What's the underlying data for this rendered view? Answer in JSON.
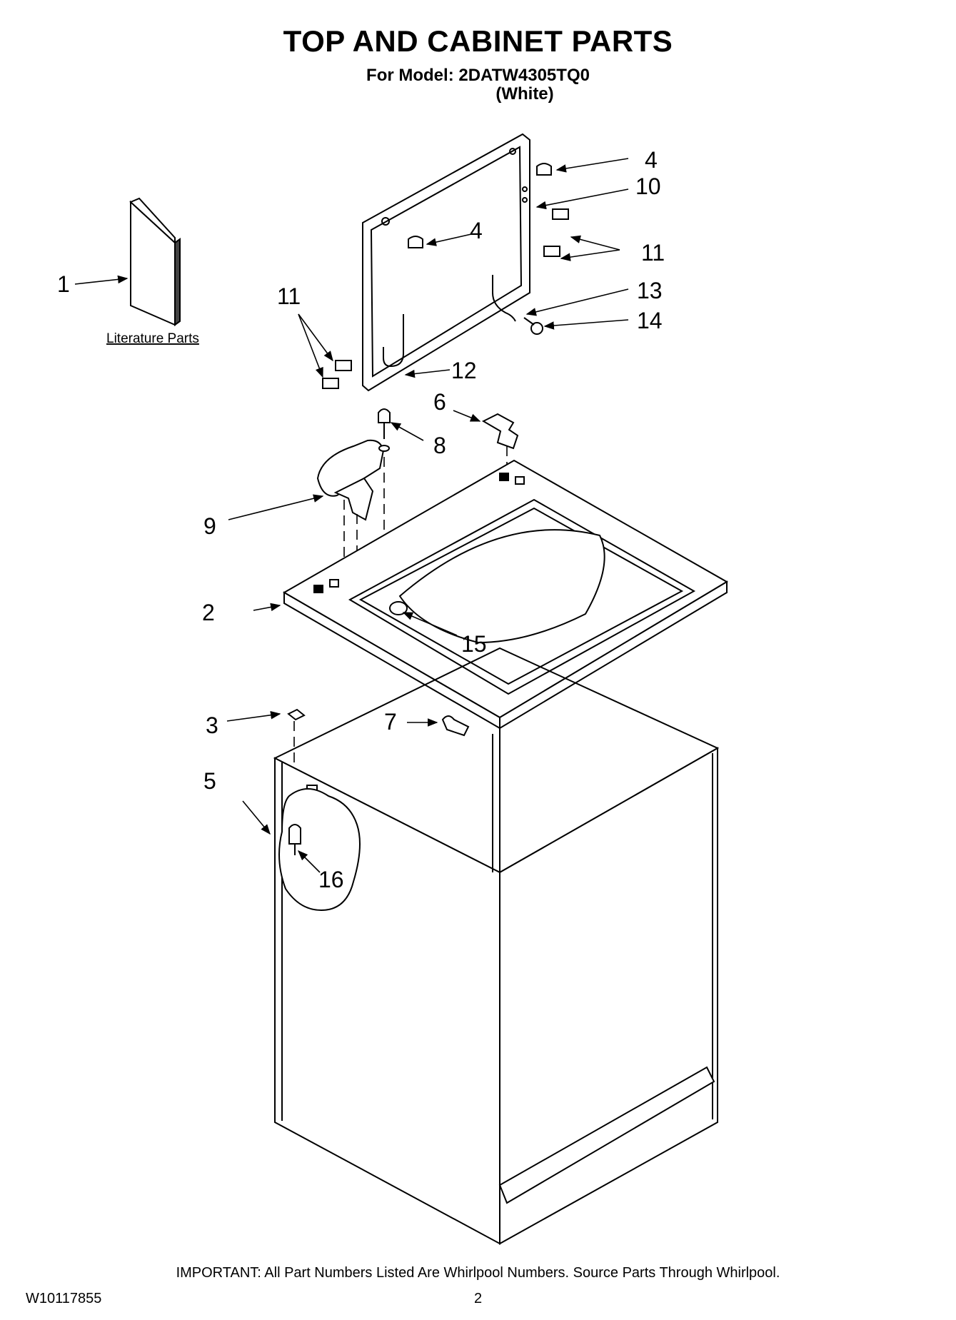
{
  "header": {
    "title": "TOP AND CABINET PARTS",
    "model_line": "For Model: 2DATW4305TQ0",
    "variant": "(White)"
  },
  "literature_label": "Literature Parts",
  "callouts": {
    "c1": "1",
    "c2": "2",
    "c3": "3",
    "c4a": "4",
    "c4b": "4",
    "c5": "5",
    "c6": "6",
    "c7": "7",
    "c8": "8",
    "c9": "9",
    "c10": "10",
    "c11a": "11",
    "c11b": "11",
    "c12": "12",
    "c13": "13",
    "c14": "14",
    "c15": "15",
    "c16": "16"
  },
  "footer": {
    "important_note": "IMPORTANT: All Part Numbers Listed Are Whirlpool Numbers. Source Parts Through Whirlpool.",
    "document_id": "W10117855",
    "page_number": "2"
  }
}
